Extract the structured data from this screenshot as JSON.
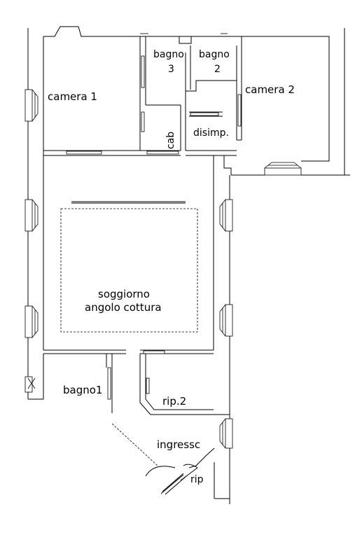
{
  "rooms": {
    "camera1": "camera 1",
    "camera2": "camera 2",
    "bagno3_a": "bagno",
    "bagno3_b": "3",
    "bagno2_a": "bagno",
    "bagno2_b": "2",
    "cab": "cab",
    "disimp": "disimp.",
    "soggiorno_a": "soggiorno",
    "soggiorno_b": "angolo cottura",
    "bagno1": "bagno1",
    "rip2": "rip.2",
    "ingresso": "ingressc",
    "rip": "rip"
  }
}
